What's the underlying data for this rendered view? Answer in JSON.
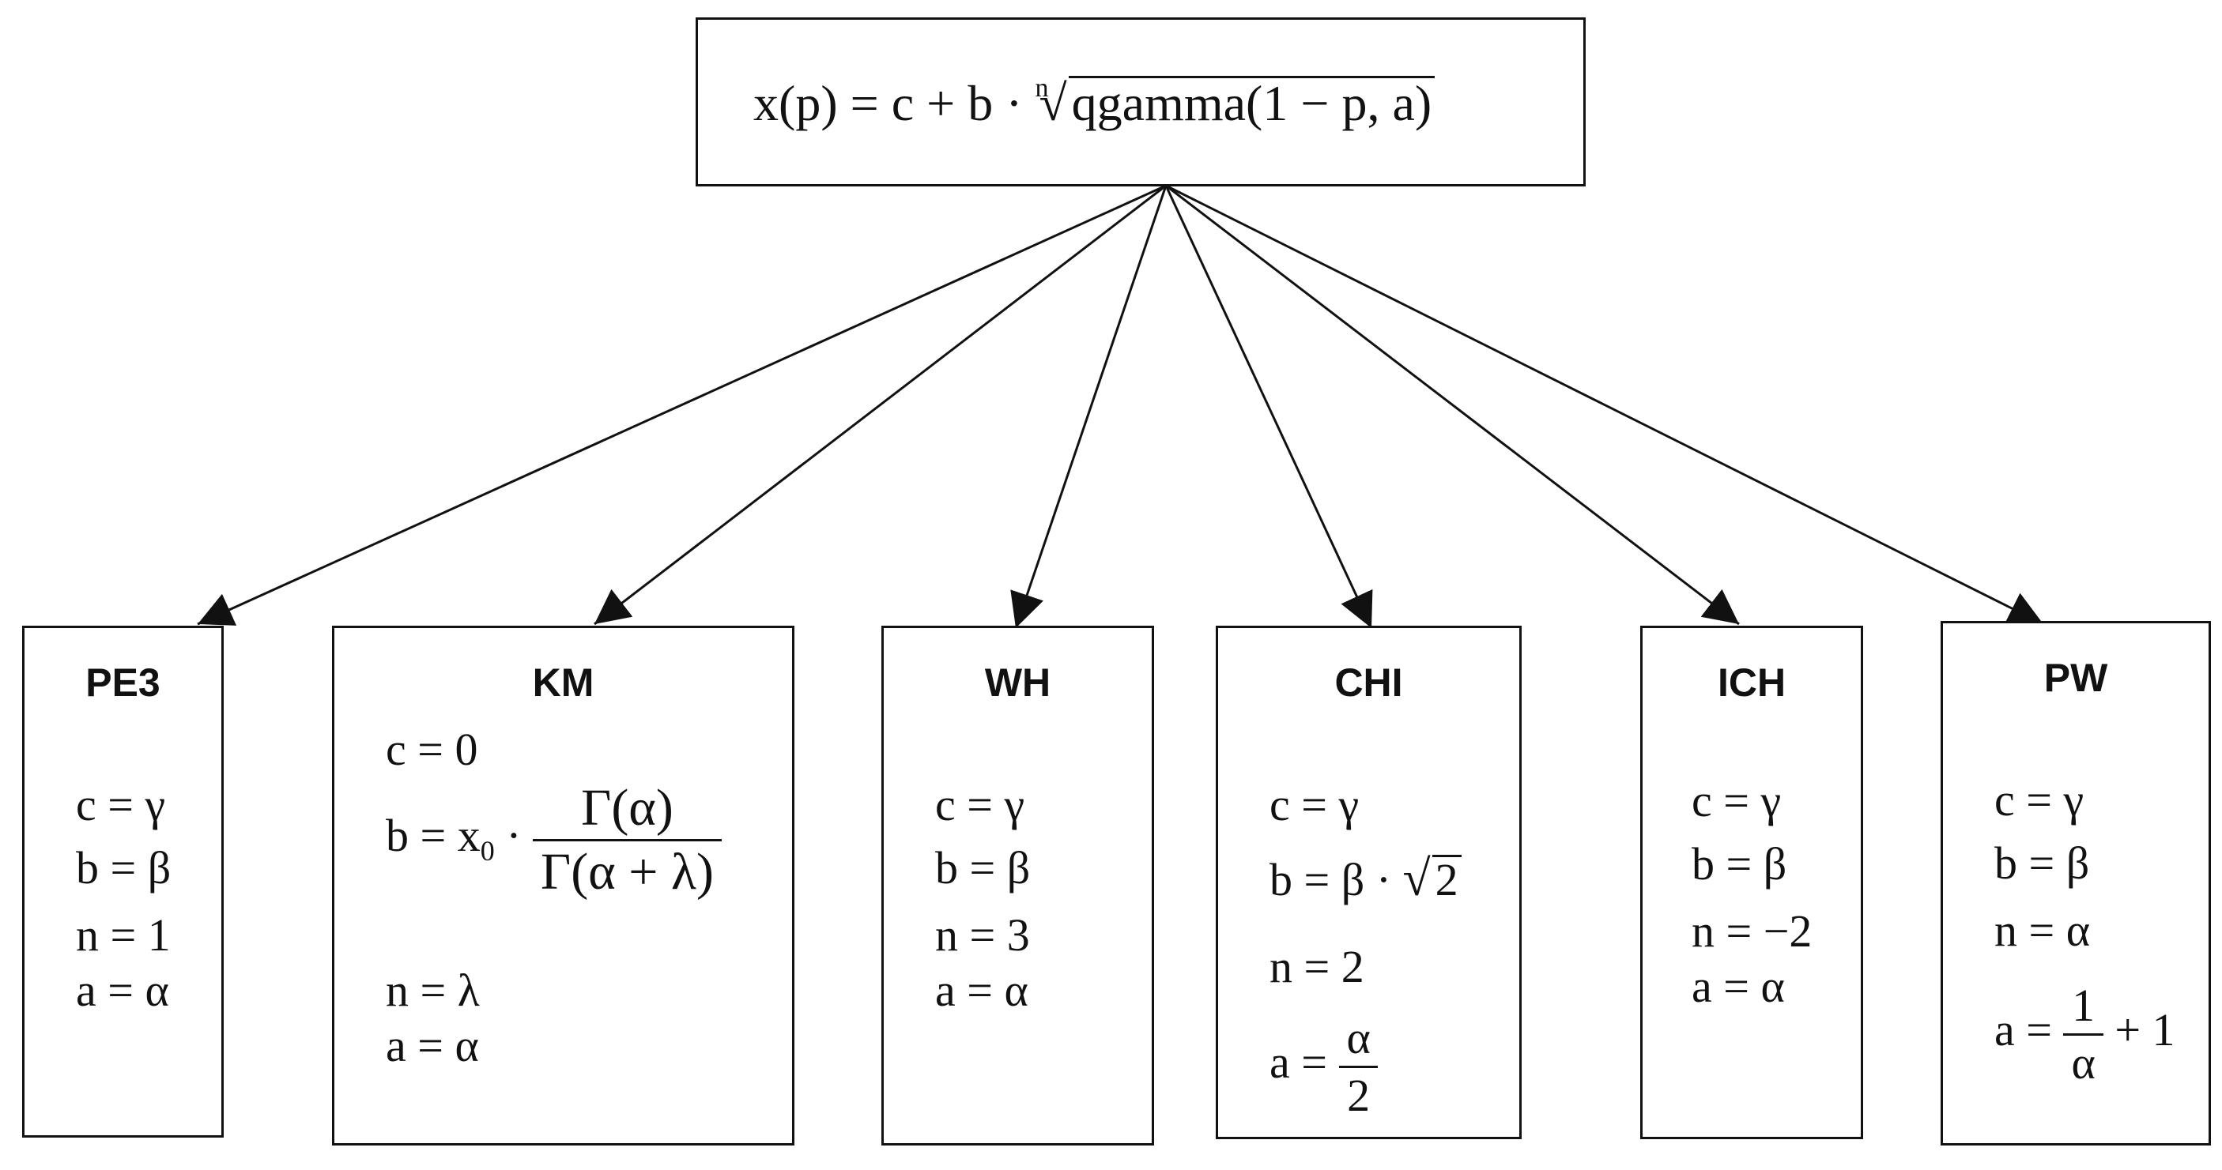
{
  "top": {
    "formula_lhs": "x(p)",
    "formula_rhs_a": "= c + b ·",
    "root_index": "n",
    "formula_root": "qgamma(1 − p, a)"
  },
  "boxes": [
    {
      "title": "PE3",
      "c": "c = γ",
      "b": "b = β",
      "n": "n = 1",
      "a": "a = α"
    },
    {
      "title": "KM",
      "c": "c = 0",
      "b_prefix": "b = x",
      "b_sub": "0",
      "b_dot": "·",
      "b_num": "Γ(α)",
      "b_den": "Γ(α + λ)",
      "n": "n = λ",
      "a": "a = α"
    },
    {
      "title": "WH",
      "c": "c = γ",
      "b": "b = β",
      "n": "n = 3",
      "a": "a = α"
    },
    {
      "title": "CHI",
      "c": "c = γ",
      "b_prefix": "b = β ·",
      "b_root": "2",
      "n": "n = 2",
      "a_prefix": "a =",
      "a_num": "α",
      "a_den": "2"
    },
    {
      "title": "ICH",
      "c": "c = γ",
      "b": "b = β",
      "n": "n = −2",
      "a": "a = α"
    },
    {
      "title": "PW",
      "c": "c = γ",
      "b": "b = β",
      "n": "n = α",
      "a_prefix": "a =",
      "a_num": "1",
      "a_den": "α",
      "a_suffix": "+ 1"
    }
  ]
}
